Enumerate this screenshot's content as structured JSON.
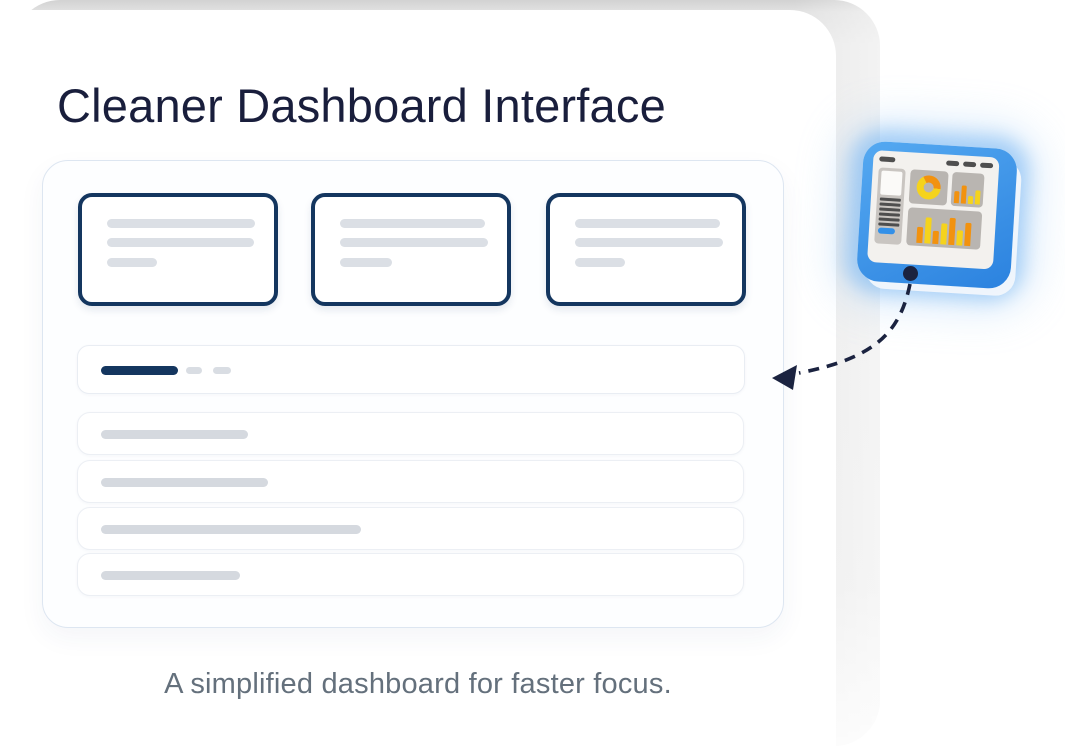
{
  "page": {
    "title": "Cleaner Dashboard Interface",
    "caption": "A simplified dashboard for faster focus."
  },
  "colors": {
    "navy": "#14365f",
    "title_navy": "#191e3c",
    "accent_blue": "#3390e8",
    "orange": "#f2920f",
    "yellow": "#f5d31c",
    "skeleton_gray": "#dbdfe5",
    "row_skeleton_gray": "#d5d9df",
    "caption_gray": "#64707c",
    "arrow_navy": "#1b2340"
  },
  "mockup": {
    "stat_cards": [
      {
        "lines": [
          148,
          147,
          50
        ]
      },
      {
        "lines": [
          145,
          148,
          52
        ]
      },
      {
        "lines": [
          145,
          148,
          50
        ]
      }
    ],
    "tab_row": {
      "active_width": 77,
      "pill_widths": [
        16,
        18
      ]
    },
    "list_rows": [
      {
        "line_width": 147
      },
      {
        "line_width": 167
      },
      {
        "line_width": 260
      },
      {
        "line_width": 139
      }
    ]
  },
  "icon": {
    "name": "dashboard-analytics-tablet",
    "sidebar_line_count": 6,
    "small_chart_bars": [
      {
        "h": 12,
        "c": "orange"
      },
      {
        "h": 18,
        "c": "orange"
      },
      {
        "h": 8,
        "c": "yellow"
      },
      {
        "h": 14,
        "c": "yellow"
      }
    ],
    "big_chart_bars": [
      {
        "h": 16,
        "c": "orange"
      },
      {
        "h": 26,
        "c": "yellow"
      },
      {
        "h": 13,
        "c": "orange"
      },
      {
        "h": 21,
        "c": "yellow"
      },
      {
        "h": 27,
        "c": "orange"
      },
      {
        "h": 15,
        "c": "yellow"
      },
      {
        "h": 23,
        "c": "orange"
      }
    ]
  }
}
